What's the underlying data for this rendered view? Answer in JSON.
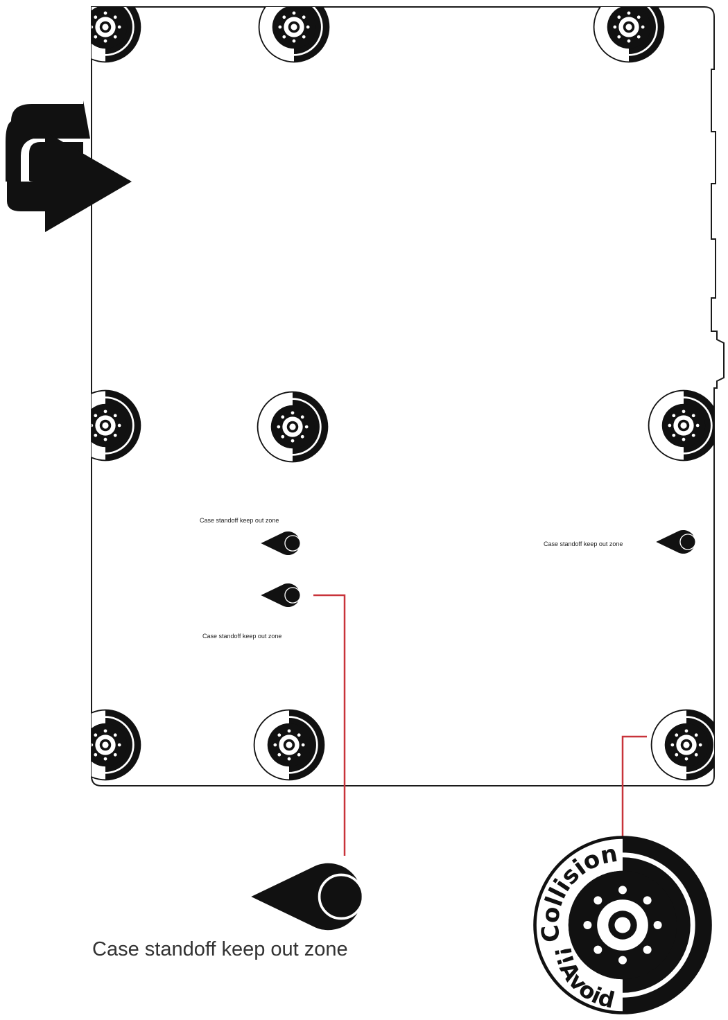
{
  "diagram": {
    "labels": {
      "keepout_small_top_left": "Case standoff keep out zone",
      "keepout_small_right": "Case standoff keep out zone",
      "keepout_small_bottom_left": "Case standoff keep out zone",
      "keepout_large": "Case standoff keep out zone"
    },
    "badge": {
      "text_top": "Collision!!",
      "text_bottom": "!!Avoid"
    },
    "colors": {
      "outline": "#1a1a1a",
      "marker_fill": "#111111",
      "leader_line": "#c8333a",
      "background": "#ffffff"
    },
    "icons": [
      "rotate-arrow-icon",
      "collision-badge-icon",
      "keepout-marker-icon"
    ]
  }
}
